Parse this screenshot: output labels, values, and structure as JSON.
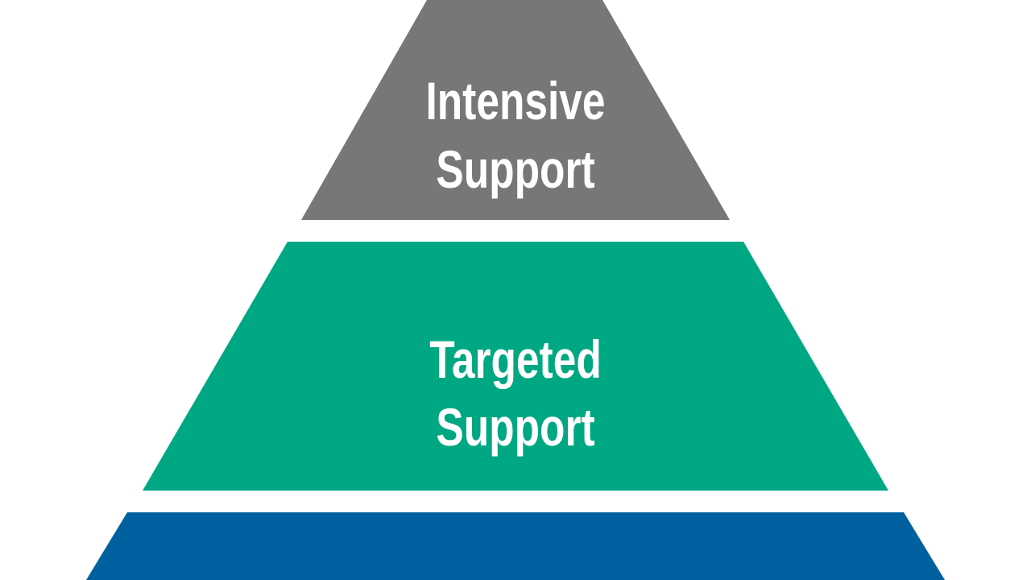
{
  "diagram": {
    "type": "pyramid",
    "tiers": [
      {
        "level": "top",
        "lines": [
          "Intensive",
          "Support"
        ],
        "color": "#777777"
      },
      {
        "level": "middle",
        "lines": [
          "Targeted",
          "Support"
        ],
        "color": "#00A783"
      },
      {
        "level": "bottom",
        "lines": [],
        "color": "#0060A0"
      }
    ]
  }
}
